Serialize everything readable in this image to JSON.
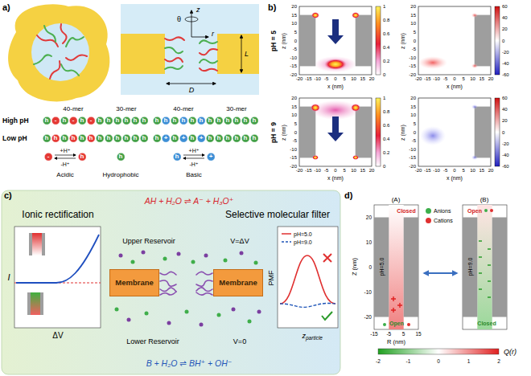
{
  "diagram": {
    "nodes": [
      {
        "text": [
          "h"
        ]
      },
      {
        "text": [
          "-"
        ]
      },
      {
        "text": [
          "h"
        ]
      },
      {
        "text": [
          "-"
        ]
      },
      {
        "text": [
          "h"
        ]
      },
      {
        "text": [
          "-"
        ]
      },
      {
        "text": [
          "h"
        ]
      },
      {
        "text": [
          "h"
        ]
      },
      {
        "text": [
          "h"
        ]
      },
      {
        "text": [
          "h"
        ]
      },
      {
        "text": [
          "h"
        ]
      },
      {
        "text": [
          "h"
        ]
      },
      {
        "text": [
          "h"
        ]
      },
      {
        "text": [
          "h"
        ]
      },
      {
        "text": [
          "h"
        ]
      },
      {
        "text": [
          "h"
        ]
      },
      {
        "text": [
          "h"
        ]
      },
      {
        "text": [
          "h"
        ]
      },
      {
        "text": [
          "h"
        ]
      },
      {
        "text": [
          "h"
        ]
      },
      {
        "text": [
          "h"
        ]
      },
      {
        "text": [
          "h"
        ]
      },
      {
        "text": [
          "h"
        ]
      },
      {
        "text": [
          "h"
        ]
      },
      {
        "text": [
          "h"
        ]
      },
      {
        "text": [
          "h"
        ]
      },
      {
        "text": [
          "h"
        ]
      },
      {
        "text": [
          "h"
        ]
      },
      {
        "text": [
          "h"
        ]
      },
      {
        "text": [
          "h"
        ]
      },
      {
        "text": [
          "h"
        ]
      },
      {
        "text": [
          "h"
        ]
      },
      {
        "text": [
          "h"
        ]
      },
      {
        "text": [
          "h"
        ]
      },
      {
        "text": [
          "h"
        ]
      },
      {
        "text": [
          "h"
        ]
      },
      {
        "text": [
          "h"
        ]
      },
      {
        "text": [
          "+"
        ]
      },
      {
        "text": [
          "h"
        ]
      },
      {
        "text": [
          "+"
        ]
      },
      {
        "text": [
          "h"
        ]
      },
      {
        "text": [
          "+"
        ]
      },
      {
        "text": [
          "h"
        ]
      },
      {
        "text": [
          "h"
        ]
      },
      {
        "text": [
          "h"
        ]
      },
      {
        "text": [
          "h"
        ]
      },
      {
        "text": [
          "h"
        ]
      },
      {
        "text": [
          "h"
        ]
      },
      {
        "text": [
          "-"
        ]
      },
      {
        "text": [
          "h"
        ]
      },
      {
        "text": [
          "h"
        ]
      },
      {
        "text": [
          "h"
        ]
      },
      {
        "text": [
          "+"
        ]
      },
      {
        "text": [
          "Membrane"
        ]
      },
      {
        "text": [
          "Membrane"
        ]
      }
    ],
    "labels": [
      "a)",
      "z",
      "θ",
      "r",
      "L",
      "D",
      "40-mer",
      "30-mer",
      "40-mer",
      "30-mer",
      "High pH",
      "Low pH",
      "+H⁺",
      "-H⁺",
      "Acidic",
      "Hydrophobic",
      "+H⁺",
      "-H⁺",
      "Basic",
      "b)",
      "pH = 5",
      "pH = 9",
      "20",
      "15",
      "10",
      "5",
      "0",
      "-5",
      "-10",
      "-15",
      "-20",
      "-20",
      "-15",
      "-10",
      "-5",
      "0",
      "5",
      "10",
      "15",
      "20",
      "z (nm)",
      "x (nm)",
      "1",
      "0.8",
      "0.6",
      "0.4",
      "0.2",
      "0",
      "20",
      "15",
      "10",
      "5",
      "0",
      "-5",
      "-10",
      "-15",
      "-20",
      "-20",
      "-15",
      "-10",
      "-5",
      "0",
      "5",
      "10",
      "15",
      "20",
      "z (nm)",
      "x (nm)",
      "60",
      "40",
      "20",
      "0",
      "-20",
      "-40",
      "-60",
      "20",
      "15",
      "10",
      "5",
      "0",
      "-5",
      "-10",
      "-15",
      "-20",
      "-20",
      "-15",
      "-10",
      "-5",
      "0",
      "5",
      "10",
      "15",
      "20",
      "z (nm)",
      "x (nm)",
      "1",
      "0.8",
      "0.6",
      "0.4",
      "0.2",
      "0",
      "20",
      "15",
      "10",
      "5",
      "0",
      "-5",
      "-10",
      "-15",
      "-20",
      "-20",
      "-15",
      "-10",
      "-5",
      "0",
      "5",
      "10",
      "15",
      "20",
      "z (nm)",
      "x (nm)",
      "60",
      "40",
      "20",
      "0",
      "-20",
      "-40",
      "-60",
      "c)",
      "AH + H₂O ⇌ A⁻ + H₃O⁺",
      "Ionic rectification",
      "Selective molecular filter",
      "I",
      "ΔV",
      "Upper Reservoir",
      "V=ΔV",
      "Lower Reservoir",
      "V=0",
      "PMF",
      "z",
      "particle",
      "B + H₂O ⇌ BH⁺ + OH⁻",
      "d)",
      "(A)",
      "(B)",
      "Closed",
      "Open",
      "Open",
      "Closed",
      "pH=5.0",
      "pH=9.0",
      "Z (nm)",
      "20",
      "10",
      "0",
      "-10",
      "-20",
      "R (nm)",
      "-15",
      "-5",
      "5",
      "15",
      "-2",
      "-1",
      "0",
      "1",
      "2",
      "Q(r)"
    ],
    "legend": [
      {
        "text": "pH=5.0"
      },
      {
        "text": "pH=9.0"
      },
      {
        "text": "Anions",
        "color": "#3cae4a"
      },
      {
        "text": "Cations",
        "color": "#e03030"
      }
    ]
  }
}
